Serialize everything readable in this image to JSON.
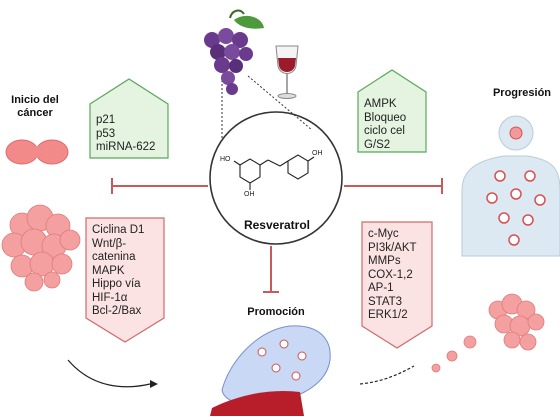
{
  "stages": {
    "initiation": "Inicio del cáncer",
    "progression": "Progresión",
    "promotion": "Promoción"
  },
  "center": {
    "label": "Resveratrol"
  },
  "boxes": {
    "left_top": {
      "lines": [
        "p21",
        "p53",
        "miRNA-622"
      ],
      "fill": "#e4f4e1",
      "stroke": "#5aa85a"
    },
    "right_top": {
      "lines": [
        "AMPK",
        "Bloqueo",
        "ciclo cel",
        "G/S2"
      ],
      "fill": "#e4f4e1",
      "stroke": "#5aa85a"
    },
    "left_bottom": {
      "lines": [
        "Ciclina D1",
        "Wnt/β-",
        "catenina",
        "MAPK",
        "Hippo vía",
        "HIF-1α",
        "Bcl-2/Bax"
      ],
      "fill": "#fbe3e3",
      "stroke": "#cf6b6b"
    },
    "right_bottom": {
      "lines": [
        "c-Myc",
        "PI3k/AKT",
        "MMPs",
        "COX-1,2",
        "AP-1",
        "STAT3",
        "ERK1/2"
      ],
      "fill": "#fbe3e3",
      "stroke": "#cf6b6b"
    }
  },
  "molecule_labels": {
    "oh1": "HO",
    "oh2": "OH",
    "oh3": "OH"
  },
  "colors": {
    "inhibit": "#c85a5a",
    "wine": "#9b1b2a",
    "grape": "#6a3a8c",
    "cell": "#f28a8a"
  }
}
